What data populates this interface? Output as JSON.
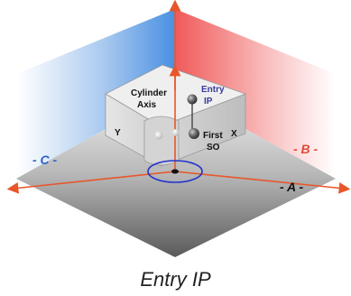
{
  "caption": "Entry IP",
  "labels": {
    "cylinder_axis_line1": "Cylinder",
    "cylinder_axis_line2": "Axis",
    "entry_ip_line1": "Entry",
    "entry_ip_line2": "IP",
    "first_so_line1": "First",
    "first_so_line2": "SO",
    "axis_y": "Y",
    "axis_x": "X",
    "plane_a": "- A -",
    "plane_b": "- B -",
    "plane_c": "- C -"
  },
  "colors": {
    "plane_c": "#4a90e2",
    "plane_b": "#f05a5a",
    "floor": "#9e9e9e",
    "arrow": "#e8562a",
    "entry_label": "#3a3a9a",
    "circle": "#2233cc"
  }
}
